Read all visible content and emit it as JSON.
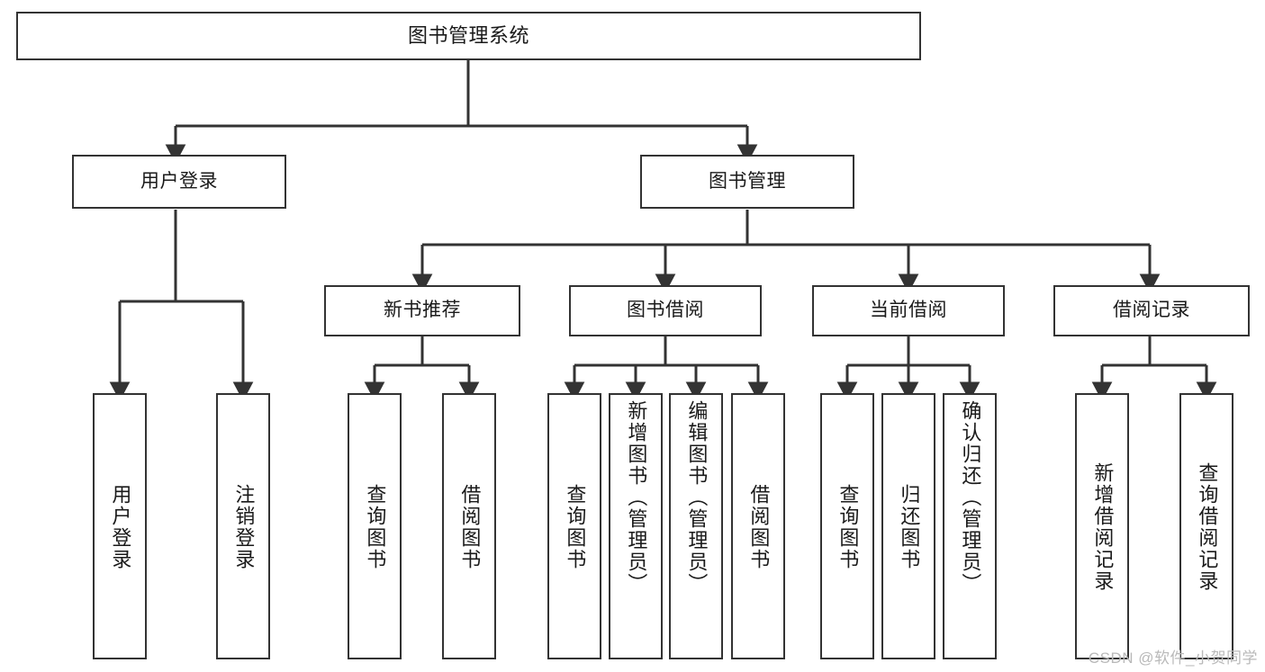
{
  "diagram": {
    "title": "图书管理系统",
    "type": "tree",
    "watermark": "CSDN @软件_小贺同学",
    "accent_color": "#333333",
    "background_color": "#ffffff",
    "nodes": {
      "root": {
        "label": "图书管理系统"
      },
      "tier2": {
        "login": {
          "label": "用户登录"
        },
        "book_mgmt": {
          "label": "图书管理"
        }
      },
      "tier3": {
        "new_book_rec": {
          "label": "新书推荐"
        },
        "book_borrow": {
          "label": "图书借阅"
        },
        "current_borrow": {
          "label": "当前借阅"
        },
        "borrow_record": {
          "label": "借阅记录"
        }
      },
      "leaves": {
        "login_children": [
          {
            "label": "用户登录"
          },
          {
            "label": "注销登录"
          }
        ],
        "new_book_rec_children": [
          {
            "label": "查询图书"
          },
          {
            "label": "借阅图书"
          }
        ],
        "book_borrow_children": [
          {
            "label": "查询图书"
          },
          {
            "label": "新增图书（管理员）"
          },
          {
            "label": "编辑图书（管理员）"
          },
          {
            "label": "借阅图书"
          }
        ],
        "current_borrow_children": [
          {
            "label": "查询图书"
          },
          {
            "label": "归还图书"
          },
          {
            "label": "确认归还（管理员）"
          }
        ],
        "borrow_record_children": [
          {
            "label": "新增借阅记录"
          },
          {
            "label": "查询借阅记录"
          }
        ]
      }
    }
  }
}
